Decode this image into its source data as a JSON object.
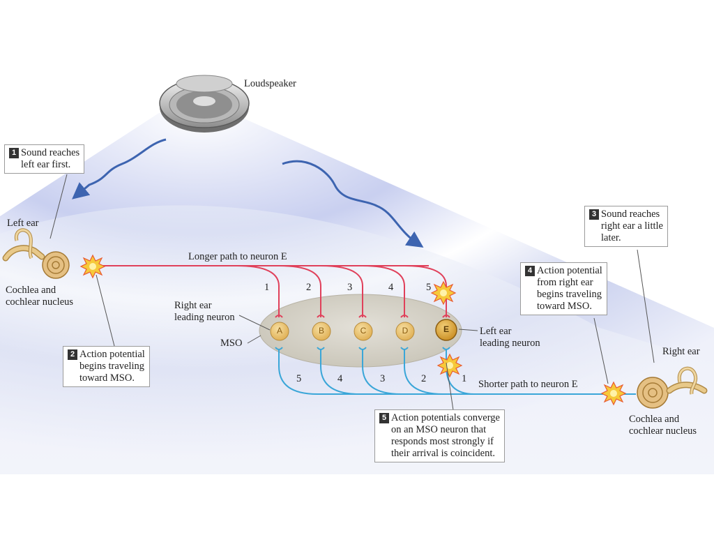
{
  "speaker_label": "Loudspeaker",
  "left_ear_label": "Left ear",
  "right_ear_label": "Right ear",
  "left_cochlea_label": [
    "Cochlea and",
    "cochlear nucleus"
  ],
  "right_cochlea_label": [
    "Cochlea and",
    "cochlear nucleus"
  ],
  "mso_label": "MSO",
  "right_leading_label": [
    "Right ear",
    "leading neuron"
  ],
  "left_leading_label": [
    "Left ear",
    "leading neuron"
  ],
  "longer_path_label": "Longer path to neuron E",
  "shorter_path_label": "Shorter path to neuron E",
  "neurons": [
    "A",
    "B",
    "C",
    "D",
    "E"
  ],
  "top_path_numbers": [
    "1",
    "2",
    "3",
    "4",
    "5"
  ],
  "bottom_path_numbers": [
    "5",
    "4",
    "3",
    "2",
    "1"
  ],
  "steps": [
    {
      "num": "1",
      "lines": [
        "Sound reaches",
        "left ear first."
      ]
    },
    {
      "num": "2",
      "lines": [
        "Action potential",
        "begins traveling",
        "toward MSO."
      ]
    },
    {
      "num": "3",
      "lines": [
        "Sound reaches",
        "right ear a little",
        "later."
      ]
    },
    {
      "num": "4",
      "lines": [
        "Action potential",
        "from right ear",
        "begins traveling",
        "toward MSO."
      ]
    },
    {
      "num": "5",
      "lines": [
        "Action potentials converge",
        "on an MSO neuron that",
        "responds most strongly if",
        "their arrival is coincident."
      ]
    }
  ],
  "colors": {
    "left_path": "#e0405a",
    "right_path": "#3aa6d8",
    "neuron_fill": "#e8c070",
    "neuron_highlight": "#d9a03a",
    "mso_fill": "#d6d2c6",
    "sound_field": "#9aa8dd",
    "arrow": "#3d64b0"
  }
}
